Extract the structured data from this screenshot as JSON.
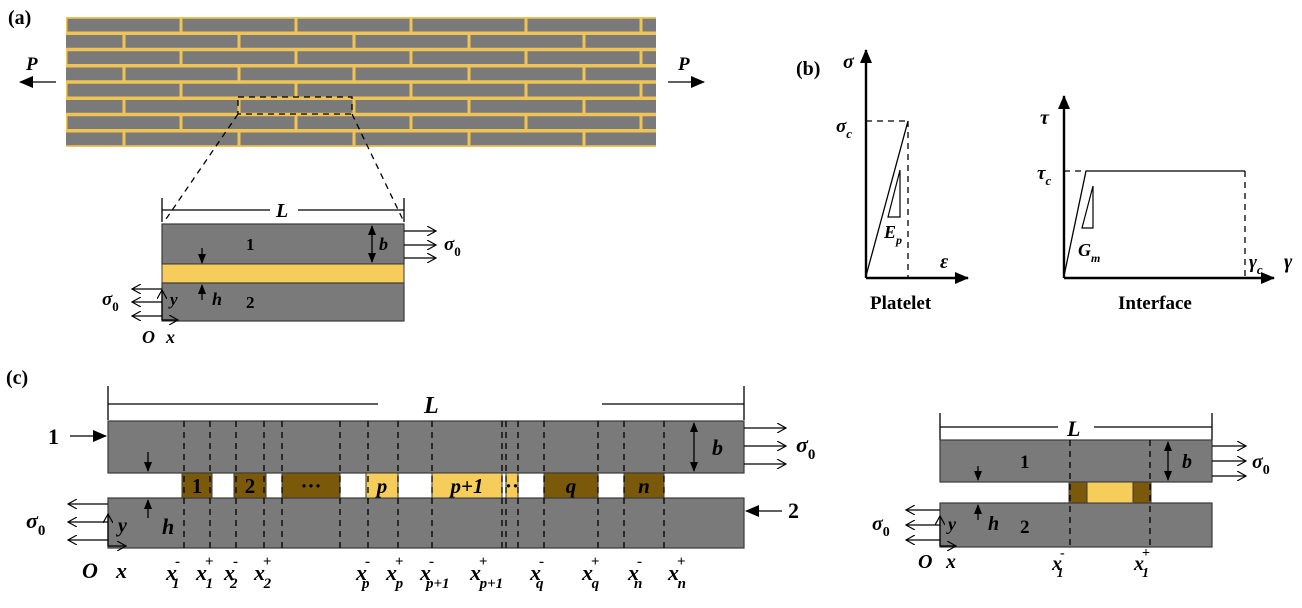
{
  "panel_labels": {
    "a": "(a)",
    "b": "(b)",
    "c": "(c)"
  },
  "colors": {
    "platelet": "#7a7a7a",
    "interface": "#f6cc5a",
    "interface_dark": "#7a5a0a"
  },
  "panel_a": {
    "load_left": "P",
    "load_right": "P",
    "length": "L",
    "thickness": "b",
    "interface_thickness": "h",
    "platelet_top": "1",
    "platelet_bottom": "2",
    "stress_right": "σ",
    "stress_right_sub": "0",
    "stress_left": "σ",
    "stress_left_sub": "0",
    "axis_y": "y",
    "axis_x": "x",
    "origin": "O"
  },
  "panel_b": {
    "platelet_caption": "Platelet",
    "interface_caption": "Interface",
    "sigma": "σ",
    "sigma_c": "σ",
    "sigma_c_sub": "c",
    "epsilon": "ε",
    "modulus": "E",
    "modulus_sub": "p",
    "tau": "τ",
    "tau_c": "τ",
    "tau_c_sub": "c",
    "gamma": "γ",
    "gamma_c": "γ",
    "gamma_c_sub": "c",
    "shear_modulus": "G",
    "shear_modulus_sub": "m"
  },
  "panel_c": {
    "length": "L",
    "platelet_top": "1",
    "platelet_bottom": "2",
    "thickness": "b",
    "interface_thickness": "h",
    "stress_sym": "σ",
    "stress_sub": "0",
    "axis_y": "y",
    "axis_x": "x",
    "origin": "O",
    "segments": [
      {
        "label": "1",
        "style": "dark"
      },
      {
        "label": "2",
        "style": "dark"
      },
      {
        "label": "···",
        "style": "dark"
      },
      {
        "label": "p",
        "style": "light"
      },
      {
        "label": "p+1",
        "style": "light"
      },
      {
        "label": "··",
        "style": "light"
      },
      {
        "label": "q",
        "style": "dark"
      },
      {
        "label": "n",
        "style": "dark"
      }
    ],
    "tick_labels": [
      {
        "base": "x",
        "sub": "1",
        "sup": "-"
      },
      {
        "base": "x",
        "sub": "1",
        "sup": "+"
      },
      {
        "base": "x",
        "sub": "2",
        "sup": "-"
      },
      {
        "base": "x",
        "sub": "2",
        "sup": "+"
      },
      {
        "base": "x",
        "sub": "p",
        "sup": "-"
      },
      {
        "base": "x",
        "sub": "p",
        "sup": "+"
      },
      {
        "base": "x",
        "sub": "p+1",
        "sup": "-"
      },
      {
        "base": "x",
        "sub": "p+1",
        "sup": "+"
      },
      {
        "base": "x",
        "sub": "q",
        "sup": "-"
      },
      {
        "base": "x",
        "sub": "q",
        "sup": "+"
      },
      {
        "base": "x",
        "sub": "n",
        "sup": "-"
      },
      {
        "base": "x",
        "sub": "n",
        "sup": "+"
      }
    ],
    "single": {
      "length": "L",
      "platelet_top": "1",
      "platelet_bottom": "2",
      "thickness": "b",
      "interface_thickness": "h",
      "tick_labels": [
        {
          "base": "x",
          "sub": "1",
          "sup": "-"
        },
        {
          "base": "x",
          "sub": "1",
          "sup": "+"
        }
      ]
    }
  }
}
